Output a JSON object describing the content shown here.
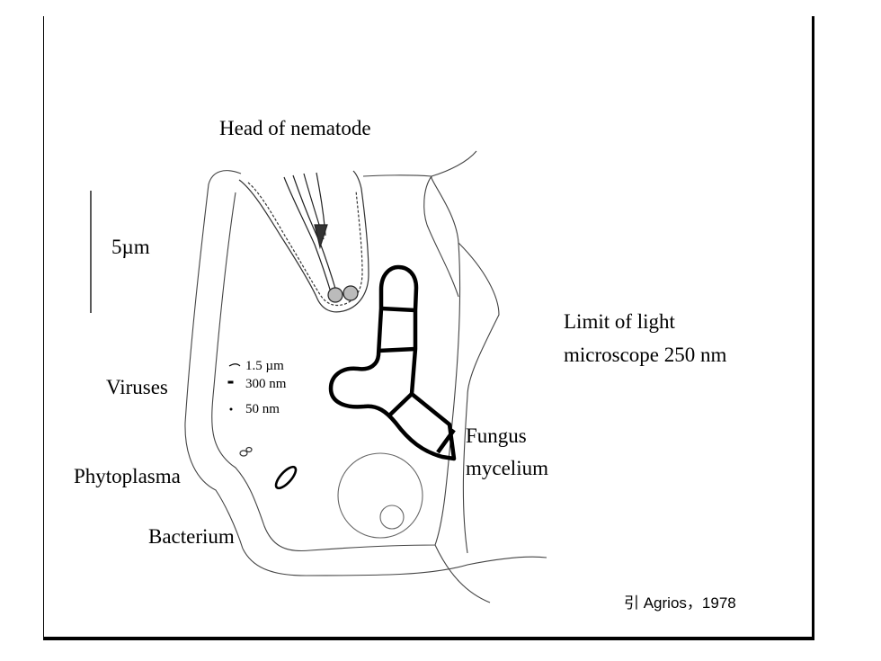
{
  "labels": {
    "nematode": "Head of nematode",
    "scale": "5µm",
    "light_limit_line1": "Limit of light",
    "light_limit_line2": "microscope 250 nm",
    "viruses": "Viruses",
    "virus_size_1": "1.5 µm",
    "virus_size_2": "300 nm",
    "virus_size_3": "50 nm",
    "fungus_line1": "Fungus",
    "fungus_line2": "mycelium",
    "phytoplasma": "Phytoplasma",
    "bacterium": "Bacterium"
  },
  "citation": "引 Agrios，1978",
  "colors": {
    "ink": "#000000",
    "background": "#ffffff"
  }
}
